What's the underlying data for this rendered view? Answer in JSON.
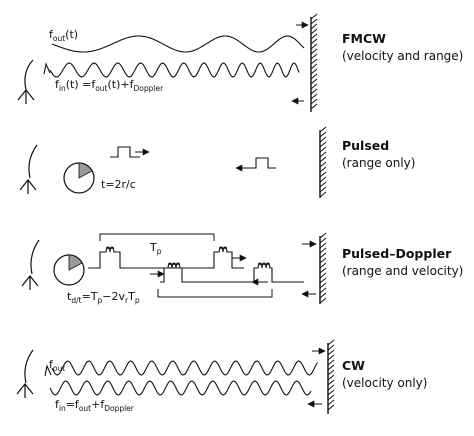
{
  "panels": [
    {
      "title": "FMCW",
      "subtitle": "(velocity and range)",
      "eq_out": {
        "base": "f",
        "sub": "out",
        "tail": "(t)"
      },
      "eq_in": {
        "base": "f",
        "sub": "in",
        "mid": "(t) =f",
        "sub2": "out",
        "mid2": "(t)+f",
        "sub3": "Doppler"
      }
    },
    {
      "title": "Pulsed",
      "subtitle": "(range only)",
      "eq_time": "t=2r/c"
    },
    {
      "title": "Pulsed–Doppler",
      "subtitle": "(range and velocity)",
      "period": {
        "base": "T",
        "sub": "p"
      },
      "eq_time": {
        "base": "t",
        "sub": "d/t",
        "mid": "=T",
        "sub2": "p",
        "mid2": "−2v",
        "sub3": "r",
        "mid3": "T",
        "sub4": "p"
      }
    },
    {
      "title": "CW",
      "subtitle": "(velocity only)",
      "eq_out": {
        "base": "f",
        "sub": "out"
      },
      "eq_in": {
        "base": "f",
        "sub": "in",
        "mid": "=f",
        "sub2": "out",
        "mid2": "+f",
        "sub3": "Doppler"
      }
    }
  ],
  "colors": {
    "ink": "#111111",
    "clock_fill": "#9a9a9a"
  }
}
